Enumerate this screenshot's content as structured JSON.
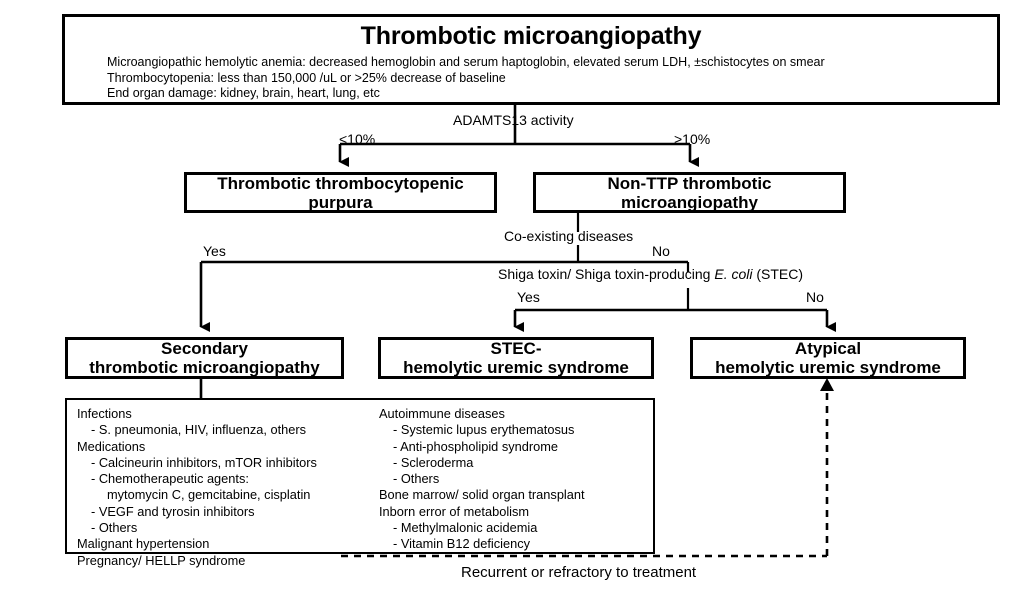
{
  "diagram": {
    "title": "Thrombotic microangiopathy",
    "criteria": [
      "Microangiopathic hemolytic anemia: decreased hemoglobin and serum haptoglobin, elevated serum LDH, ±schistocytes on smear",
      "Thrombocytopenia: less than 150,000 /uL or >25% decrease of baseline",
      "End organ damage: kidney, brain, heart, lung, etc"
    ],
    "decisions": {
      "adamts13": "ADAMTS13 activity",
      "adamts13_low": "<10%",
      "adamts13_high": ">10%",
      "coexisting": "Co-existing diseases",
      "coexisting_yes": "Yes",
      "coexisting_no": "No",
      "shiga_prefix": "Shiga toxin/ Shiga toxin-producing ",
      "shiga_italic": "E. coli",
      "shiga_suffix": " (STEC)",
      "shiga_yes": "Yes",
      "shiga_no": "No"
    },
    "nodes": {
      "ttp_line1": "Thrombotic thrombocytopenic",
      "ttp_line2": "purpura",
      "nonttp_line1": "Non-TTP thrombotic",
      "nonttp_line2": "microangiopathy",
      "secondary_line1": "Secondary",
      "secondary_line2": "thrombotic microangiopathy",
      "stec_line1": "STEC-",
      "stec_line2": "hemolytic uremic syndrome",
      "atypical_line1": "Atypical",
      "atypical_line2": "hemolytic uremic syndrome"
    },
    "causes_left": [
      {
        "text": "Infections",
        "level": 0
      },
      {
        "text": "- S. pneumonia, HIV, influenza, others",
        "level": 1
      },
      {
        "text": "Medications",
        "level": 0
      },
      {
        "text": "- Calcineurin inhibitors, mTOR inhibitors",
        "level": 1
      },
      {
        "text": "- Chemotherapeutic agents:",
        "level": 1
      },
      {
        "text": "mytomycin C, gemcitabine, cisplatin",
        "level": 2
      },
      {
        "text": "- VEGF and tyrosin inhibitors",
        "level": 1
      },
      {
        "text": "- Others",
        "level": 1
      },
      {
        "text": "Malignant hypertension",
        "level": 0
      },
      {
        "text": "Pregnancy/ HELLP syndrome",
        "level": 0
      }
    ],
    "causes_right": [
      {
        "text": "Autoimmune diseases",
        "level": 0
      },
      {
        "text": "- Systemic lupus erythematosus",
        "level": 1
      },
      {
        "text": "- Anti-phospholipid syndrome",
        "level": 1
      },
      {
        "text": "- Scleroderma",
        "level": 1
      },
      {
        "text": "- Others",
        "level": 1
      },
      {
        "text": "Bone marrow/ solid organ transplant",
        "level": 0
      },
      {
        "text": "Inborn error of metabolism",
        "level": 0
      },
      {
        "text": "- Methylmalonic acidemia",
        "level": 1
      },
      {
        "text": "- Vitamin B12 deficiency",
        "level": 1
      }
    ],
    "feedback_label": "Recurrent or refractory to treatment",
    "colors": {
      "stroke": "#000000",
      "background": "#ffffff"
    }
  }
}
